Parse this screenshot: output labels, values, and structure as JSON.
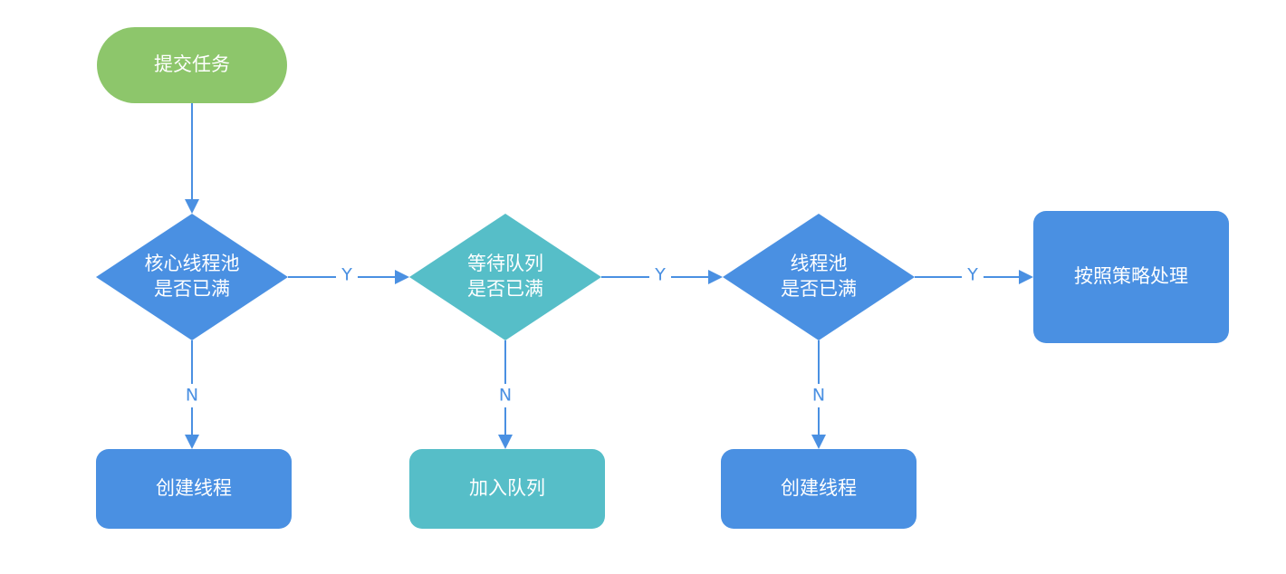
{
  "colors": {
    "green": "#8dc66b",
    "blue": "#4a90e2",
    "teal": "#56bec8",
    "line": "#4a90e2",
    "text": "#ffffff"
  },
  "nodes": {
    "submit_task": {
      "shape": "stadium",
      "color": "green",
      "lines": [
        "提交任务"
      ]
    },
    "core_full": {
      "shape": "diamond",
      "color": "blue",
      "lines": [
        "核心线程池",
        "是否已满"
      ]
    },
    "queue_full": {
      "shape": "diamond",
      "color": "teal",
      "lines": [
        "等待队列",
        "是否已满"
      ]
    },
    "pool_full": {
      "shape": "diamond",
      "color": "blue",
      "lines": [
        "线程池",
        "是否已满"
      ]
    },
    "policy": {
      "shape": "rounded-rect",
      "color": "blue",
      "lines": [
        "按照策略处理"
      ]
    },
    "create_core": {
      "shape": "rounded-rect",
      "color": "blue",
      "lines": [
        "创建线程"
      ]
    },
    "enqueue": {
      "shape": "rounded-rect",
      "color": "teal",
      "lines": [
        "加入队列"
      ]
    },
    "create_thread": {
      "shape": "rounded-rect",
      "color": "blue",
      "lines": [
        "创建线程"
      ]
    }
  },
  "edges": [
    {
      "from": "submit_task",
      "to": "core_full",
      "label": ""
    },
    {
      "from": "core_full",
      "to": "queue_full",
      "label": "Y"
    },
    {
      "from": "queue_full",
      "to": "pool_full",
      "label": "Y"
    },
    {
      "from": "pool_full",
      "to": "policy",
      "label": "Y"
    },
    {
      "from": "core_full",
      "to": "create_core",
      "label": "N"
    },
    {
      "from": "queue_full",
      "to": "enqueue",
      "label": "N"
    },
    {
      "from": "pool_full",
      "to": "create_thread",
      "label": "N"
    }
  ]
}
